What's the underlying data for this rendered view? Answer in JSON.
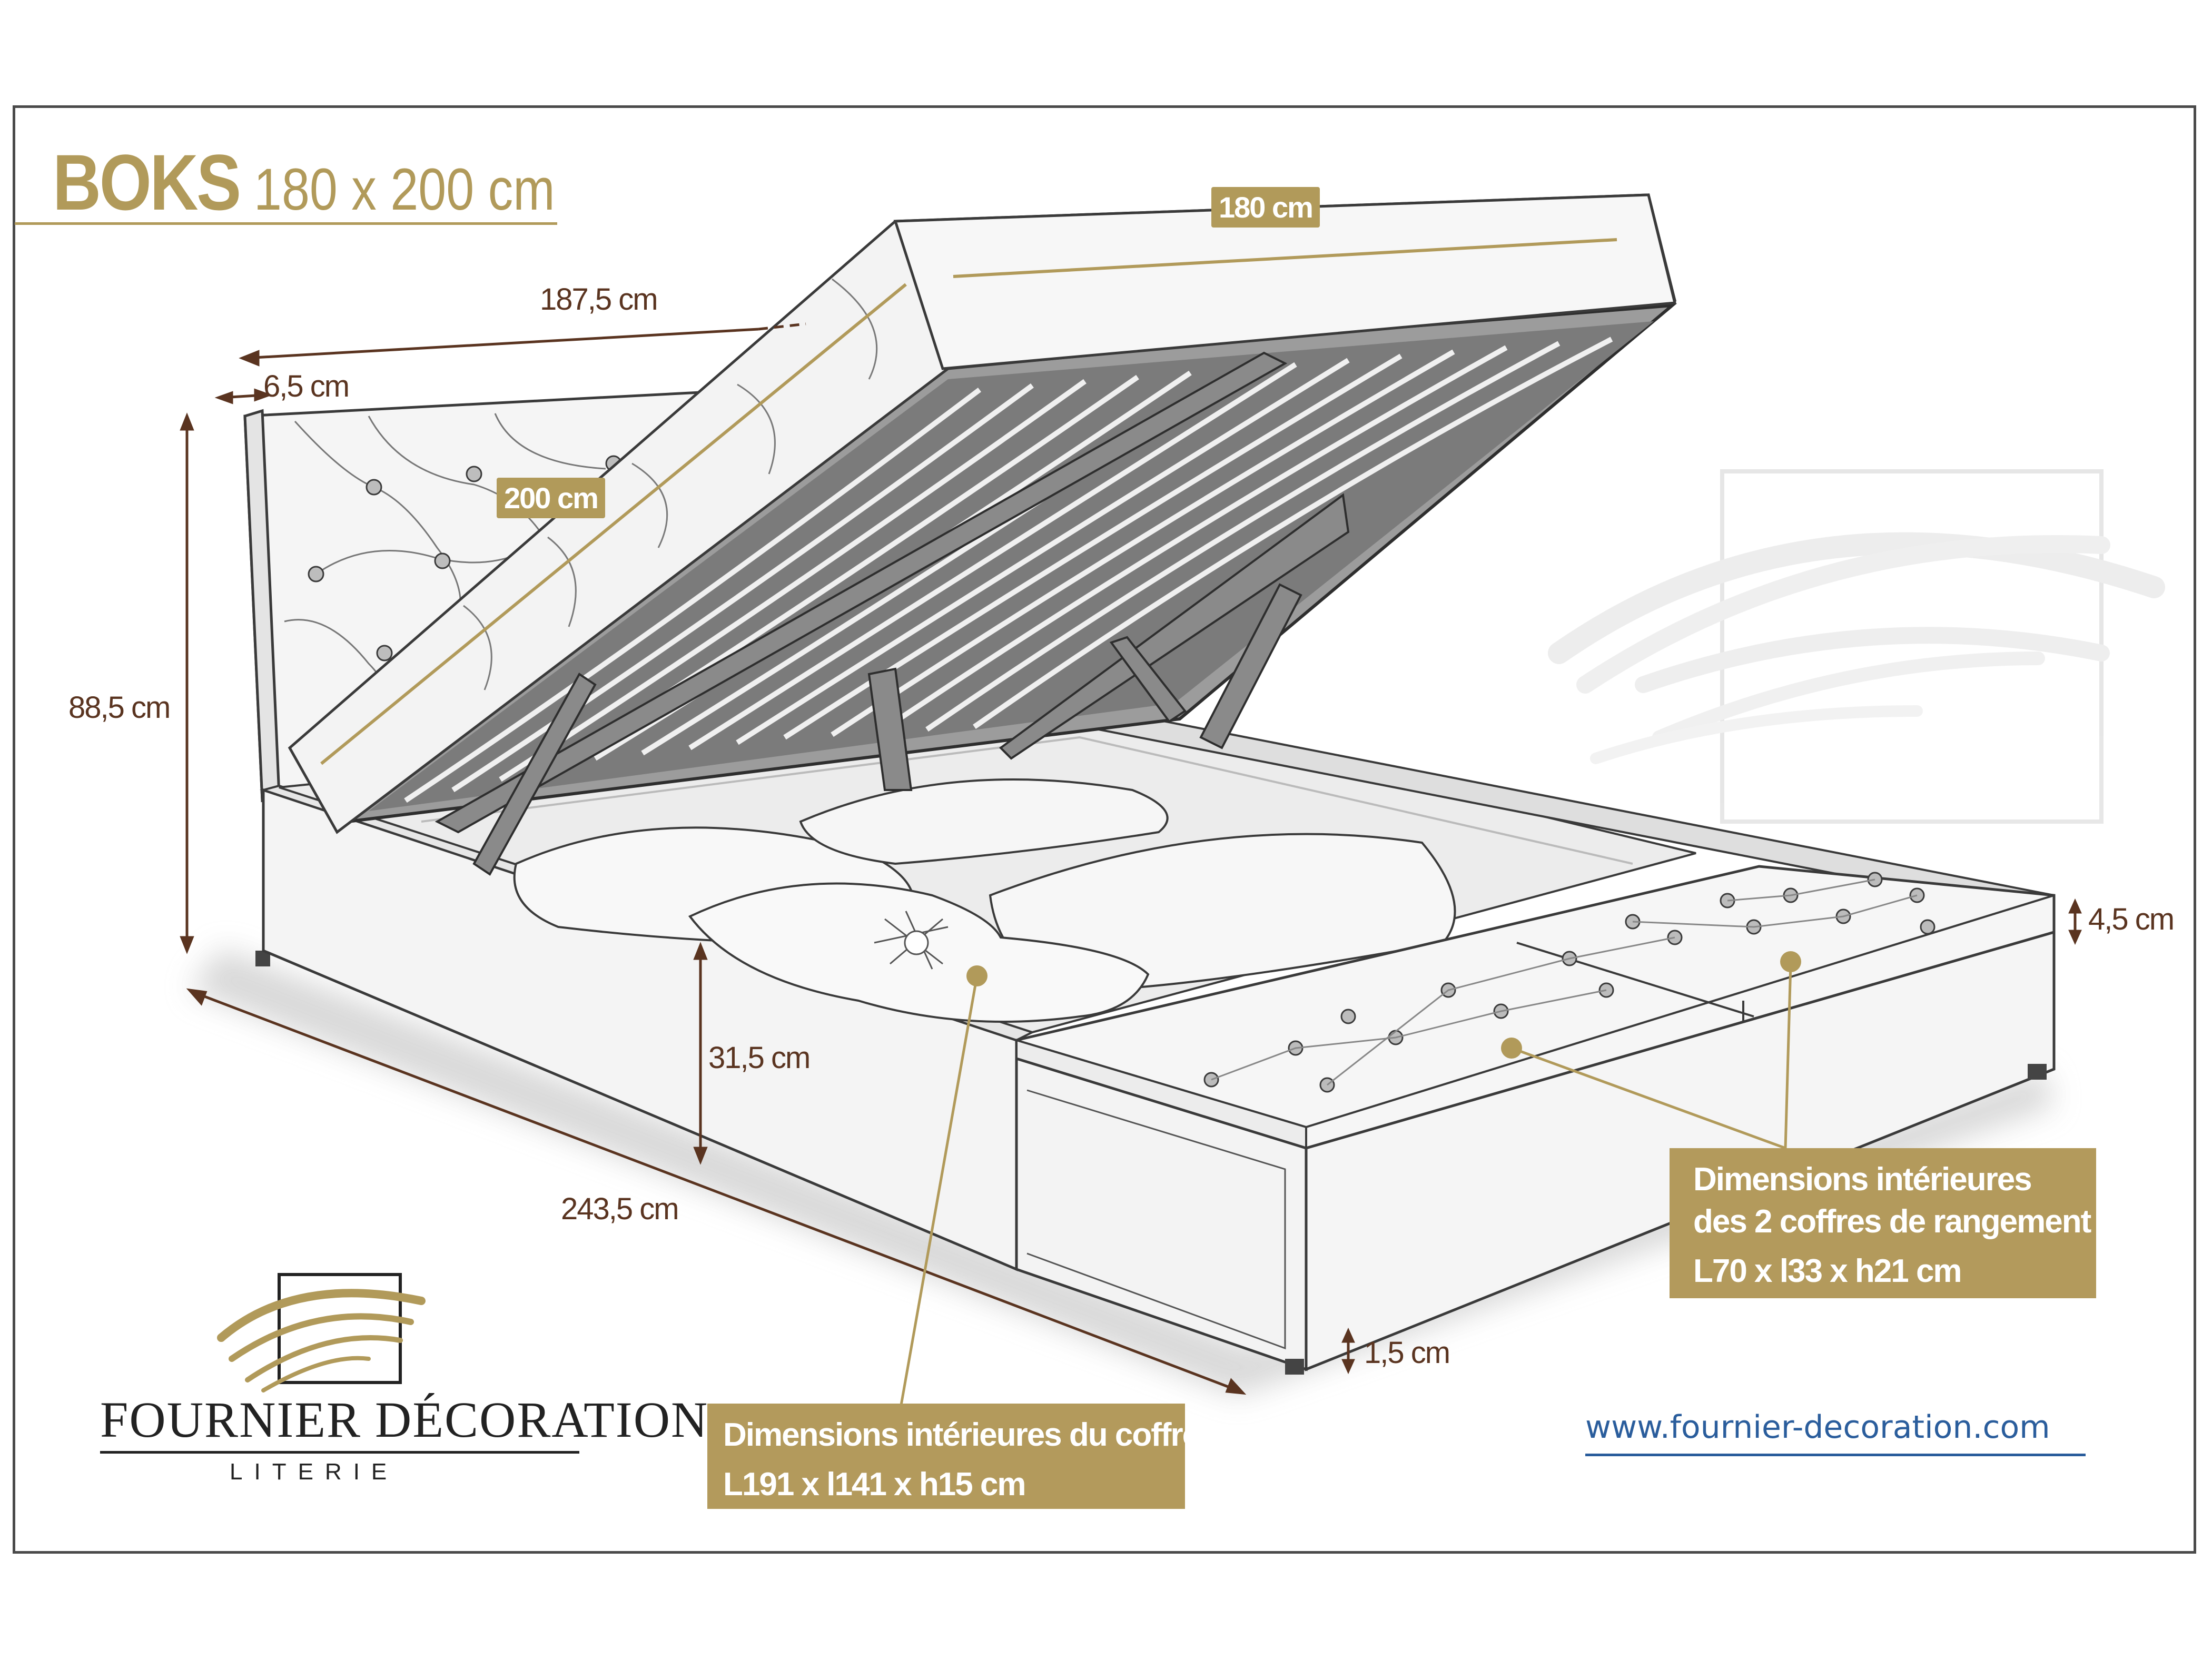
{
  "title": {
    "model": "BOKS",
    "size": "180 x 200 cm"
  },
  "dimensions": {
    "lid_width": "180 cm",
    "lid_length": "200 cm",
    "total_length": "187,5 cm",
    "headboard_depth": "6,5 cm",
    "total_height": "88,5 cm",
    "storage_height": "31,5 cm",
    "bench_thickness": "4,5 cm",
    "overall_length": "243,5 cm",
    "foot_height": "1,5 cm"
  },
  "main_storage": {
    "label": "Dimensions intérieures du coffre :",
    "value": "L191 x l141 x h15 cm"
  },
  "bench_storage": {
    "label_line1": "Dimensions intérieures",
    "label_line2": "des 2 coffres de rangement :",
    "value": "L70 x l33 x h21 cm"
  },
  "brand": {
    "name": "FOURNIER DÉCORATION",
    "subtitle": "LITERIE",
    "website": "www.fournier-decoration.com",
    "logo_icon": "brush-stroke-square-icon"
  },
  "colors": {
    "gold": "#b19a5a",
    "dimension_text": "#5a3420",
    "frame": "#4a4a4a",
    "link": "#2a5d9c"
  }
}
